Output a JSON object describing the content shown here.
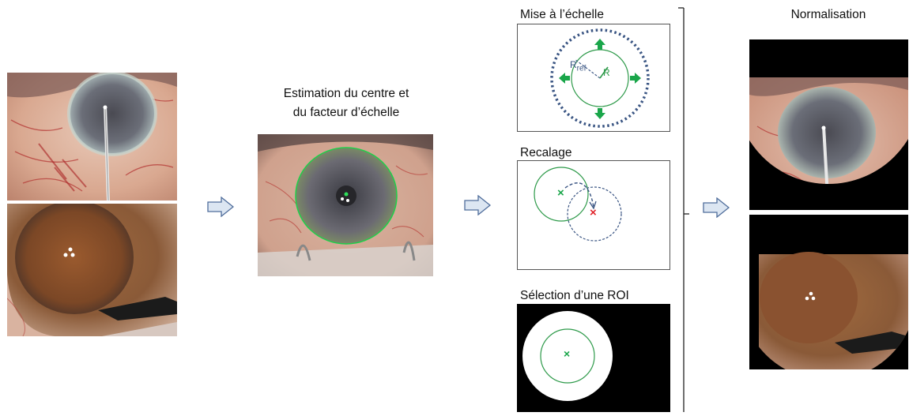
{
  "labels": {
    "estimation_line1": "Estimation du centre et",
    "estimation_line2": "du facteur d’échelle",
    "mise_echelle": "Mise à l’échelle",
    "recalage": "Recalage",
    "selection_roi": "Sélection d’une ROI",
    "normalisation": "Normalisation"
  },
  "scale_panel": {
    "r_ref_label": "R",
    "r_ref_sub": "ref",
    "r_label": "R"
  },
  "marks": {
    "cross": "×"
  },
  "colors": {
    "arrow_fill": "#dce6f2",
    "arrow_stroke": "#4f6d9b",
    "green": "#1aa64a",
    "circle_green": "#2e9a4a",
    "dashed_blue": "#3a5583",
    "red_cross": "#e0232a",
    "divider": "#222222"
  },
  "icons": [
    "flow-arrow-icon",
    "green-arrow-icon",
    "cross-mark-icon"
  ]
}
